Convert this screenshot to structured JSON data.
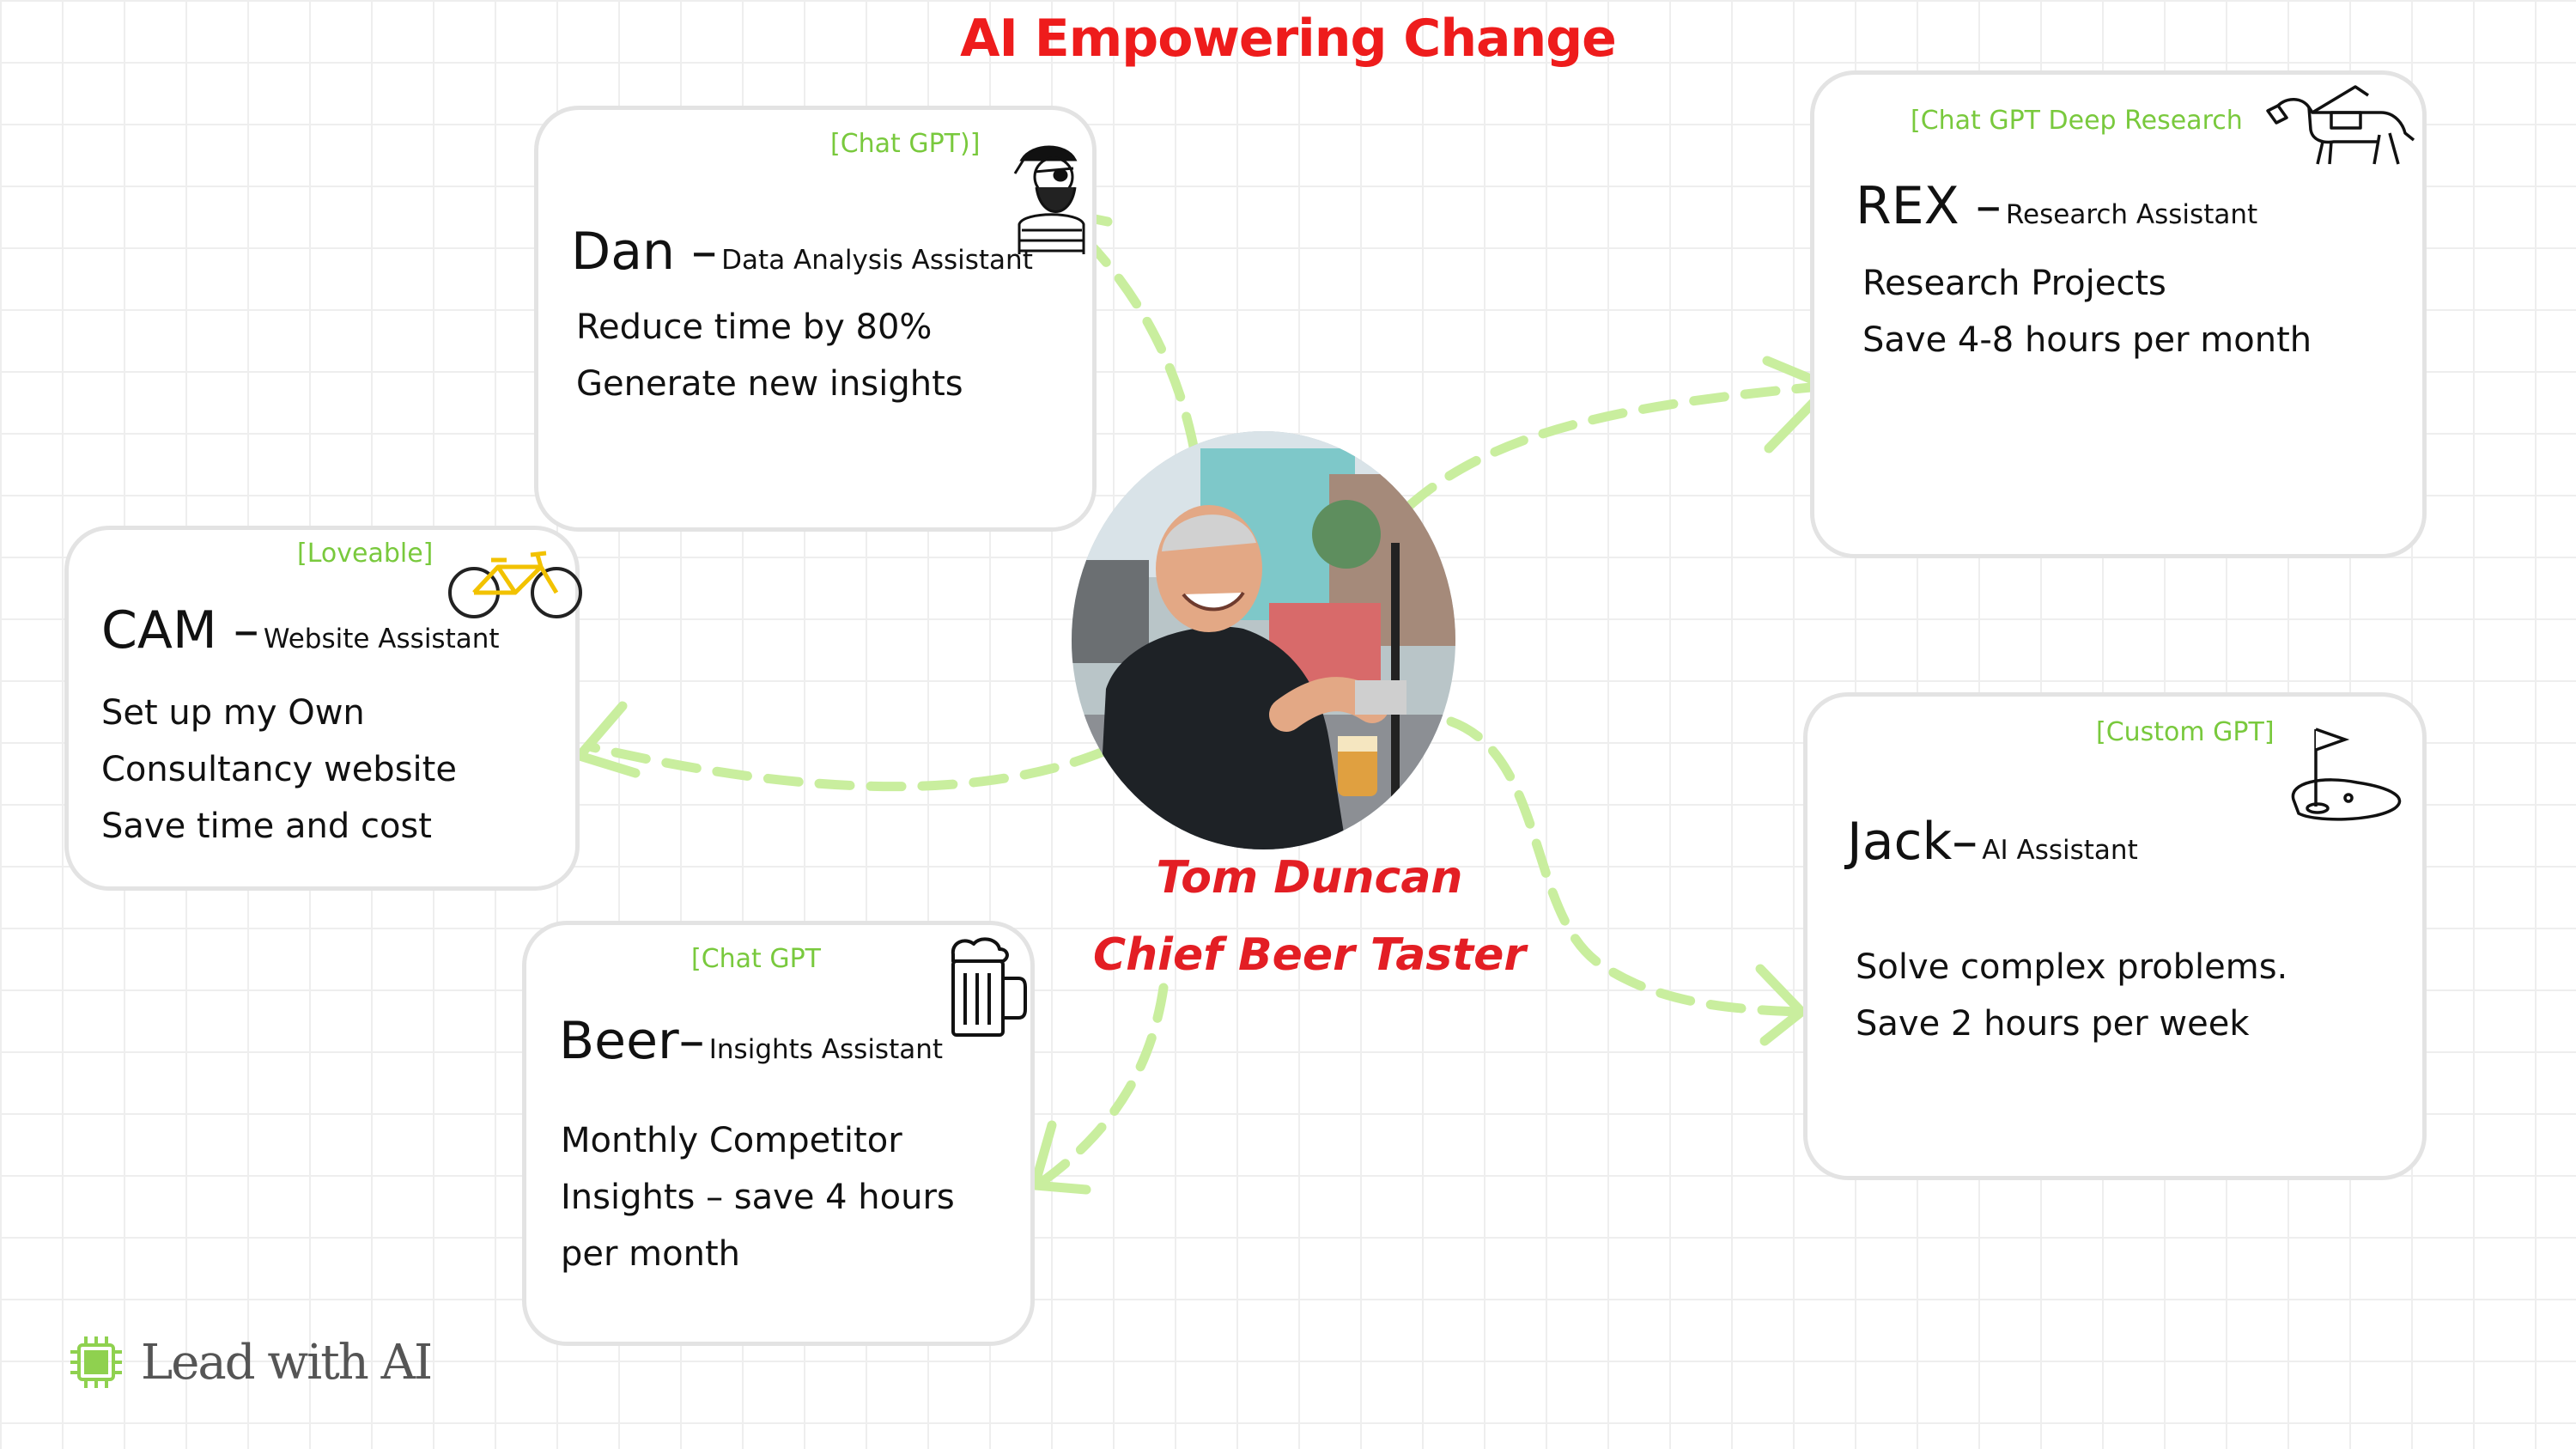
{
  "title": "AI Empowering Change",
  "person": {
    "name": "Tom Duncan",
    "role": "Chief Beer Taster"
  },
  "cards": {
    "dan": {
      "tool": "[Chat GPT)]",
      "name": "Dan –",
      "role": "Data Analysis Assistant",
      "lines": [
        "Reduce time by 80%",
        "Generate new insights"
      ],
      "icon": "pirate-icon"
    },
    "rex": {
      "tool": "[Chat GPT Deep Research",
      "name": "REX –",
      "role": "Research Assistant",
      "lines": [
        "Research Projects",
        "Save 4-8 hours per month"
      ],
      "icon": "guide-dog-icon"
    },
    "cam": {
      "tool": "[Loveable]",
      "name": "CAM –",
      "role": "Website Assistant",
      "lines": [
        "Set up my Own",
        "Consultancy website",
        "Save time and cost"
      ],
      "icon": "bicycle-icon"
    },
    "jack": {
      "tool": "[Custom GPT]",
      "name": "Jack–",
      "role": "AI Assistant",
      "lines": [
        "Solve complex problems.",
        "Save 2 hours per week"
      ],
      "icon": "golf-flag-icon"
    },
    "beer": {
      "tool": "[Chat GPT",
      "name": "Beer–",
      "role": "Insights Assistant",
      "lines": [
        "Monthly Competitor",
        "Insights – save 4 hours",
        "per month"
      ],
      "icon": "beer-mug-icon"
    }
  },
  "logo": {
    "text": "Lead with AI",
    "icon": "chip-icon"
  },
  "colors": {
    "title": "#ee1c1c",
    "tool_label": "#79c93d",
    "arrow": "#c9ee9e",
    "person_text": "#e31e24"
  }
}
